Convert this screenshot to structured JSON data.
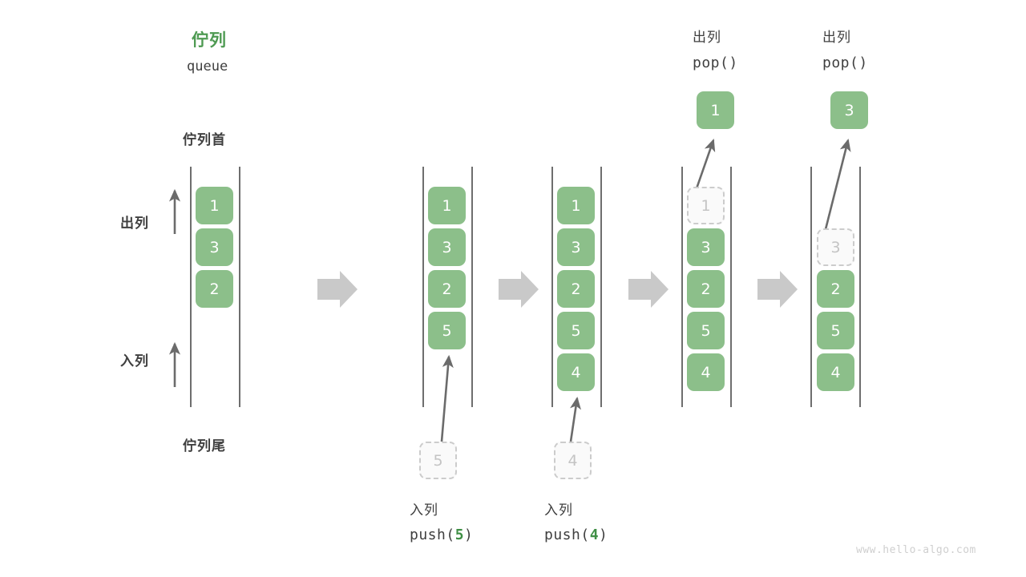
{
  "diagram": {
    "title_cn": "佇列",
    "title_en": "queue",
    "head_label": "佇列首",
    "tail_label": "佇列尾",
    "dequeue_label": "出列",
    "enqueue_label": "入列",
    "watermark": "www.hello-algo.com",
    "accent_green": "#4e9a52",
    "cell_green": "#8cbf8a",
    "ghost_gray": "#c4c4c4",
    "rail_gray": "#555555",
    "arrow_gray": "#b3b3b3"
  },
  "columns": [
    {
      "id": "initial",
      "caption_top_cn": "",
      "caption_top_code": "",
      "caption_bottom_cn": "",
      "caption_bottom_code": "",
      "cells": [
        {
          "value": "1",
          "state": "filled"
        },
        {
          "value": "3",
          "state": "filled"
        },
        {
          "value": "2",
          "state": "filled"
        }
      ],
      "popped": null,
      "incoming": null
    },
    {
      "id": "push-5",
      "caption_top_cn": "",
      "caption_top_code": "",
      "caption_bottom_cn": "入列",
      "caption_bottom_code_prefix": "push(",
      "caption_bottom_code_arg": "5",
      "caption_bottom_code_suffix": ")",
      "cells": [
        {
          "value": "1",
          "state": "filled"
        },
        {
          "value": "3",
          "state": "filled"
        },
        {
          "value": "2",
          "state": "filled"
        },
        {
          "value": "5",
          "state": "filled"
        }
      ],
      "popped": null,
      "incoming": {
        "value": "5",
        "state": "ghost"
      }
    },
    {
      "id": "push-4",
      "caption_top_cn": "",
      "caption_top_code": "",
      "caption_bottom_cn": "入列",
      "caption_bottom_code_prefix": "push(",
      "caption_bottom_code_arg": "4",
      "caption_bottom_code_suffix": ")",
      "cells": [
        {
          "value": "1",
          "state": "filled"
        },
        {
          "value": "3",
          "state": "filled"
        },
        {
          "value": "2",
          "state": "filled"
        },
        {
          "value": "5",
          "state": "filled"
        },
        {
          "value": "4",
          "state": "filled"
        }
      ],
      "popped": null,
      "incoming": {
        "value": "4",
        "state": "ghost"
      }
    },
    {
      "id": "pop-1",
      "caption_top_cn": "出列",
      "caption_top_code": "pop()",
      "caption_bottom_cn": "",
      "caption_bottom_code": "",
      "cells": [
        {
          "value": "1",
          "state": "ghost"
        },
        {
          "value": "3",
          "state": "filled"
        },
        {
          "value": "2",
          "state": "filled"
        },
        {
          "value": "5",
          "state": "filled"
        },
        {
          "value": "4",
          "state": "filled"
        }
      ],
      "popped": {
        "value": "1",
        "state": "filled"
      },
      "incoming": null
    },
    {
      "id": "pop-3",
      "caption_top_cn": "出列",
      "caption_top_code": "pop()",
      "caption_bottom_cn": "",
      "caption_bottom_code": "",
      "cells": [
        {
          "value": "",
          "state": "empty"
        },
        {
          "value": "3",
          "state": "ghost"
        },
        {
          "value": "2",
          "state": "filled"
        },
        {
          "value": "5",
          "state": "filled"
        },
        {
          "value": "4",
          "state": "filled"
        }
      ],
      "popped": {
        "value": "3",
        "state": "filled"
      },
      "incoming": null
    }
  ]
}
